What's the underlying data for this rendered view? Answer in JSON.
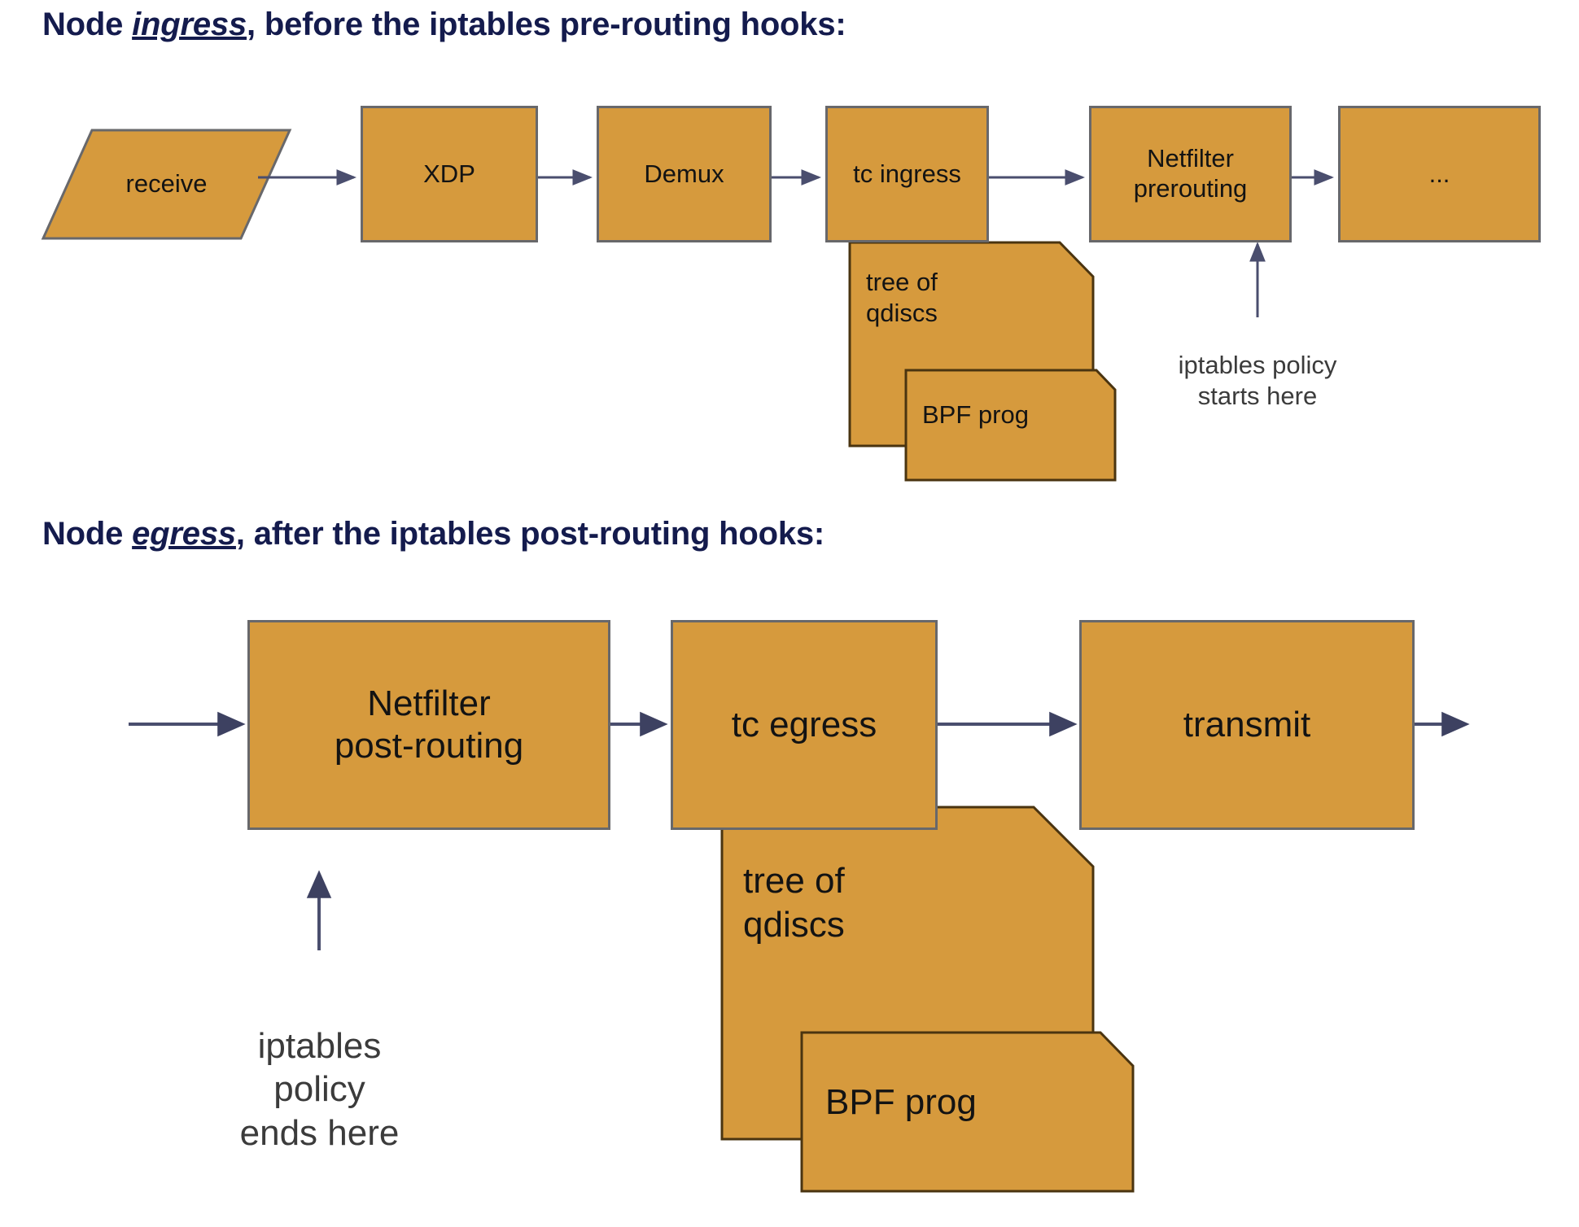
{
  "sections": [
    {
      "id": "ingress",
      "heading_prefix": "Node ",
      "heading_emphasis": "ingress",
      "heading_suffix": ", before the iptables pre-routing hooks:",
      "nodes": [
        {
          "name": "receive-node",
          "label": "receive"
        },
        {
          "name": "xdp-node",
          "label": "XDP"
        },
        {
          "name": "demux-node",
          "label": "Demux"
        },
        {
          "name": "tc-ingress-node",
          "label": "tc ingress"
        },
        {
          "name": "netfilter-prerouting-node",
          "label": "Netfilter\nprerouting"
        },
        {
          "name": "ellipsis-node",
          "label": "..."
        }
      ],
      "documents": [
        {
          "name": "tree-of-qdiscs-doc",
          "label": "tree of\nqdiscs"
        },
        {
          "name": "bpf-prog-doc",
          "label": "BPF prog"
        }
      ],
      "annotation": "iptables policy\nstarts here"
    },
    {
      "id": "egress",
      "heading_prefix": "Node ",
      "heading_emphasis": "egress",
      "heading_suffix": ", after the iptables post-routing hooks:",
      "nodes": [
        {
          "name": "netfilter-postrouting-node",
          "label": "Netfilter\npost-routing"
        },
        {
          "name": "tc-egress-node",
          "label": "tc egress"
        },
        {
          "name": "transmit-node",
          "label": "transmit"
        }
      ],
      "documents": [
        {
          "name": "tree-of-qdiscs-doc",
          "label": "tree of\nqdiscs"
        },
        {
          "name": "bpf-prog-doc",
          "label": "BPF prog"
        }
      ],
      "annotation": "iptables\npolicy\nends here"
    }
  ],
  "colors": {
    "node_fill": "#d69a3d",
    "node_stroke": "#68686b",
    "doc_stroke": "#4a3410",
    "arrow": "#4a4e6e",
    "heading": "#141b4d",
    "caption": "#3b3b3b",
    "label": "#131313"
  }
}
